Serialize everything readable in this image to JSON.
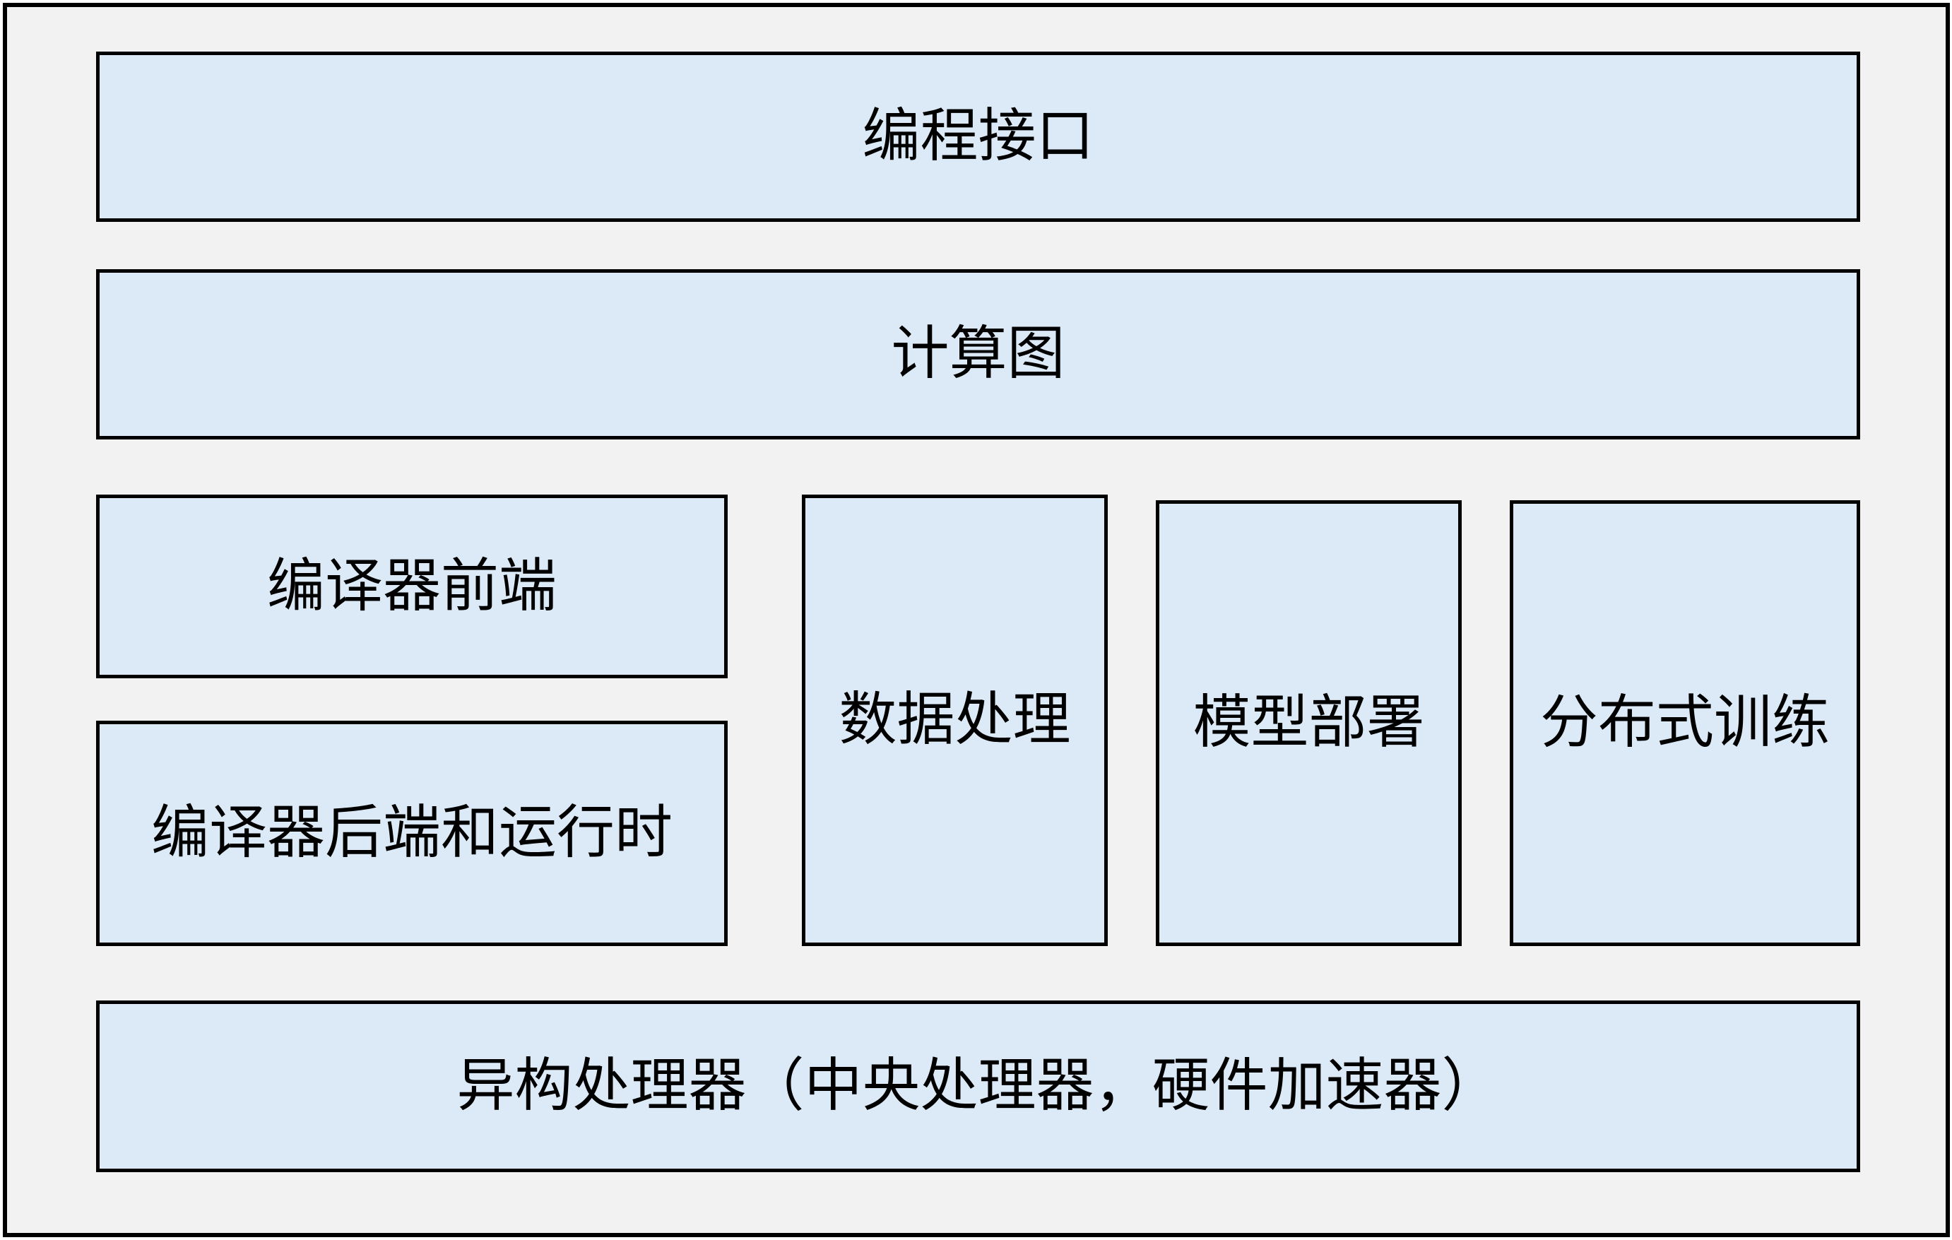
{
  "diagram": {
    "layers": {
      "programming_interface": "编程接口",
      "computation_graph": "计算图",
      "compiler_frontend": "编译器前端",
      "compiler_backend_runtime": "编译器后端和运行时",
      "data_processing": "数据处理",
      "model_deployment": "模型部署",
      "distributed_training": "分布式训练",
      "heterogeneous_processors": "异构处理器（中央处理器，硬件加速器）"
    },
    "colors": {
      "box_fill": "#dceaf7",
      "background": "#f2f2f2",
      "border": "#000000"
    }
  }
}
